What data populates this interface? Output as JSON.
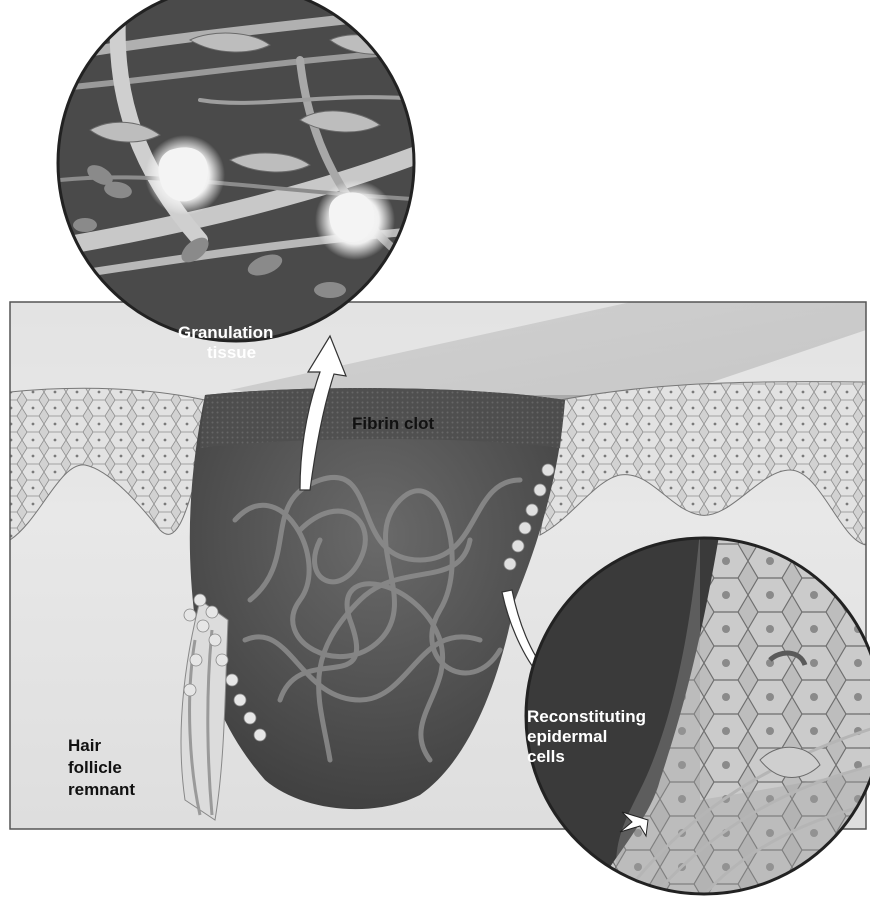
{
  "labels": {
    "granulation_line1": "Granulation",
    "granulation_line2": "tissue",
    "fibrin_clot": "Fibrin clot",
    "reconstituting_line1": "Reconstituting",
    "reconstituting_line2": "epidermal",
    "reconstituting_line3": "cells",
    "hair_line1": "Hair",
    "hair_line2": "follicle",
    "hair_line3": "remnant"
  },
  "colors": {
    "background": "#ffffff",
    "dermis": "#e4e4e4",
    "epidermis": "#cfcfcf",
    "wound": "#555555",
    "clot_fibers": "#8c8c8c",
    "inset_dark": "#3a3a3a"
  }
}
